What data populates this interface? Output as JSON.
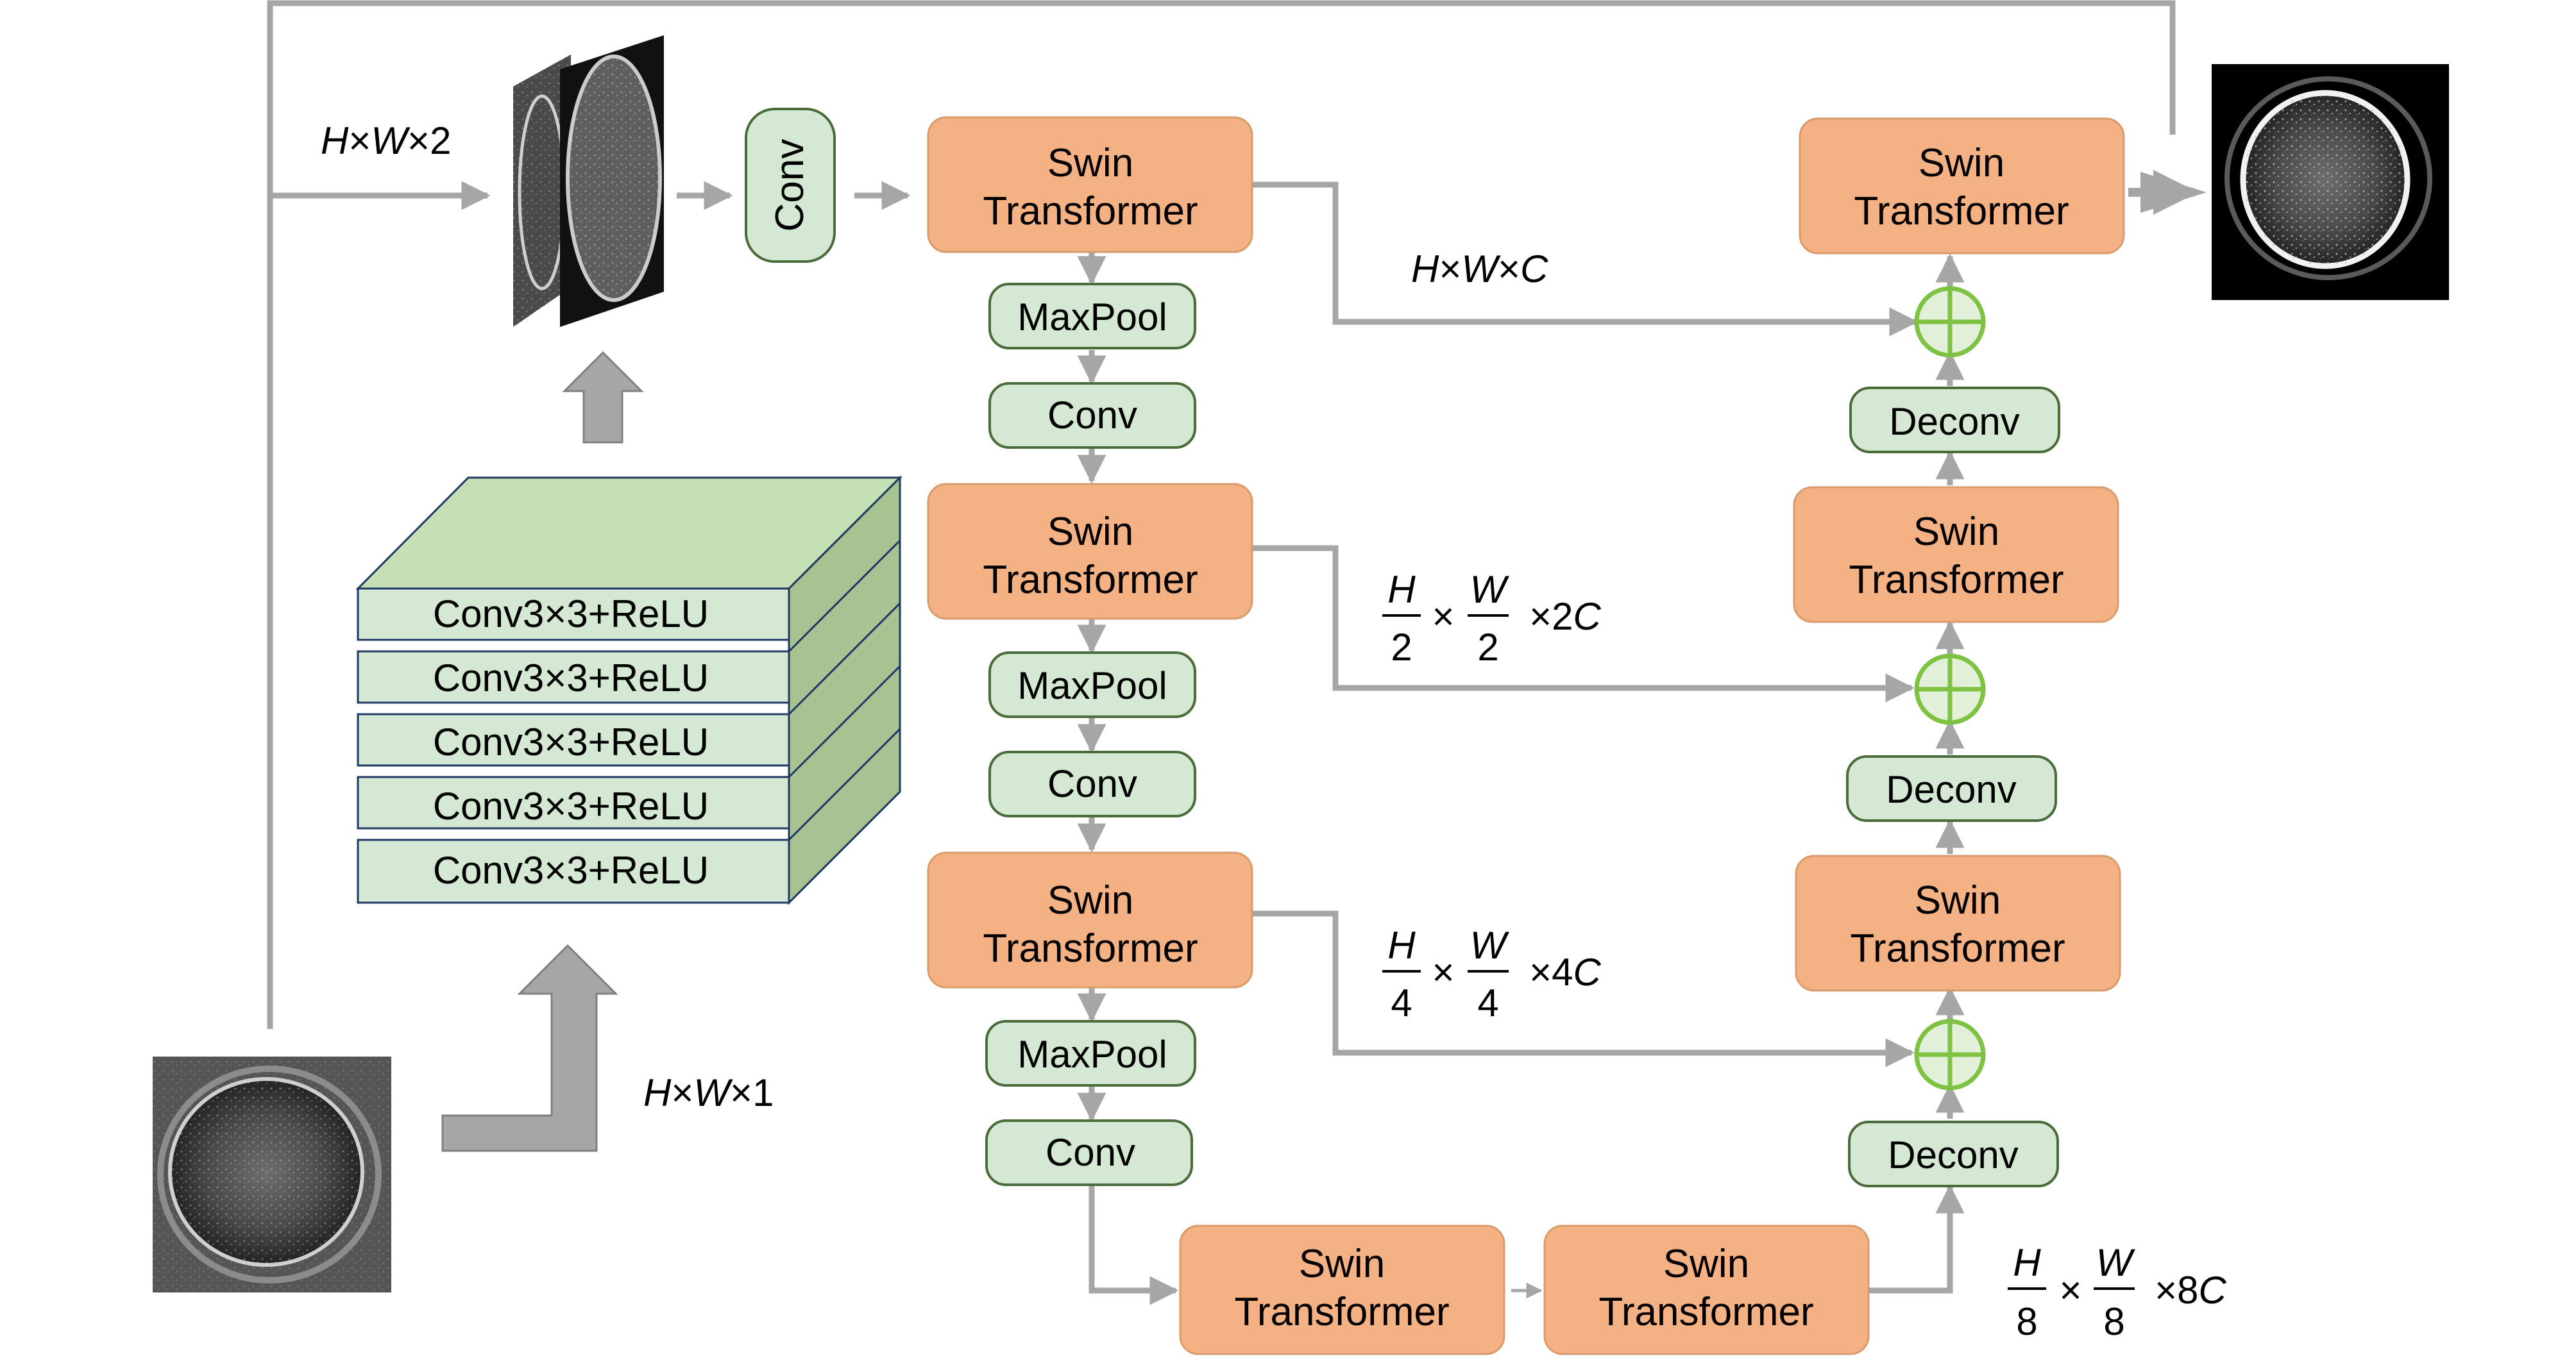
{
  "labels": {
    "swin_line1": "Swin",
    "swin_line2": "Transformer",
    "maxpool": "MaxPool",
    "conv": "Conv",
    "deconv": "Deconv",
    "conv_relu": "Conv3×3+ReLU"
  },
  "dims": {
    "input_top": {
      "H": "H",
      "x1": "×",
      "W": "W",
      "x2": "×",
      "n": "2"
    },
    "input_bottom": {
      "H": "H",
      "x1": "×",
      "W": "W",
      "x2": "×",
      "n": "1"
    },
    "skip1": {
      "H": "H",
      "x1": "×",
      "W": "W",
      "x2": "×",
      "C": "C"
    },
    "skip2": {
      "H": "H",
      "Hd": "2",
      "x": "×",
      "W": "W",
      "Wd": "2",
      "mult": "×2",
      "C": "C"
    },
    "skip3": {
      "H": "H",
      "Hd": "4",
      "x": "×",
      "W": "W",
      "Wd": "4",
      "mult": "×4",
      "C": "C"
    },
    "bottleneck": {
      "H": "H",
      "Hd": "8",
      "x": "×",
      "W": "W",
      "Wd": "8",
      "mult": "×8",
      "C": "C"
    }
  },
  "colors": {
    "swin_fill": "#F4B183",
    "swin_stroke": "#D99A6C",
    "green_fill": "#D5E8D4",
    "green_stroke": "#4A6B3A",
    "arrow": "#A6A6A6",
    "plus_fill": "#E2F0D9",
    "plus_stroke": "#7DC242"
  }
}
